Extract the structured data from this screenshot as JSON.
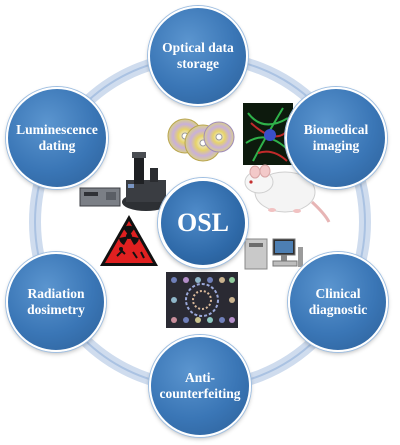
{
  "center": {
    "label": "OSL"
  },
  "applications": [
    {
      "id": "optical-data-storage",
      "label": "Optical data\nstorage"
    },
    {
      "id": "biomedical-imaging",
      "label": "Biomedical\nimaging"
    },
    {
      "id": "clinical-diagnostic",
      "label": "Clinical\ndiagnostic"
    },
    {
      "id": "anti-counterfeiting",
      "label": "Anti-\ncounterfeiting"
    },
    {
      "id": "radiation-dosimetry",
      "label": "Radiation\ndosimetry"
    },
    {
      "id": "luminescence-dating",
      "label": "Luminescence\ndating"
    }
  ],
  "colors": {
    "node": "#3a76b6",
    "ring": "#c9d9ee",
    "warning": "#e02020"
  },
  "icons": [
    "cd-discs-image",
    "cell-micrograph-image",
    "white-mouse-image",
    "medical-scanner-image",
    "hologram-image",
    "radiation-warning-sign",
    "osl-reader-instrument-image"
  ]
}
